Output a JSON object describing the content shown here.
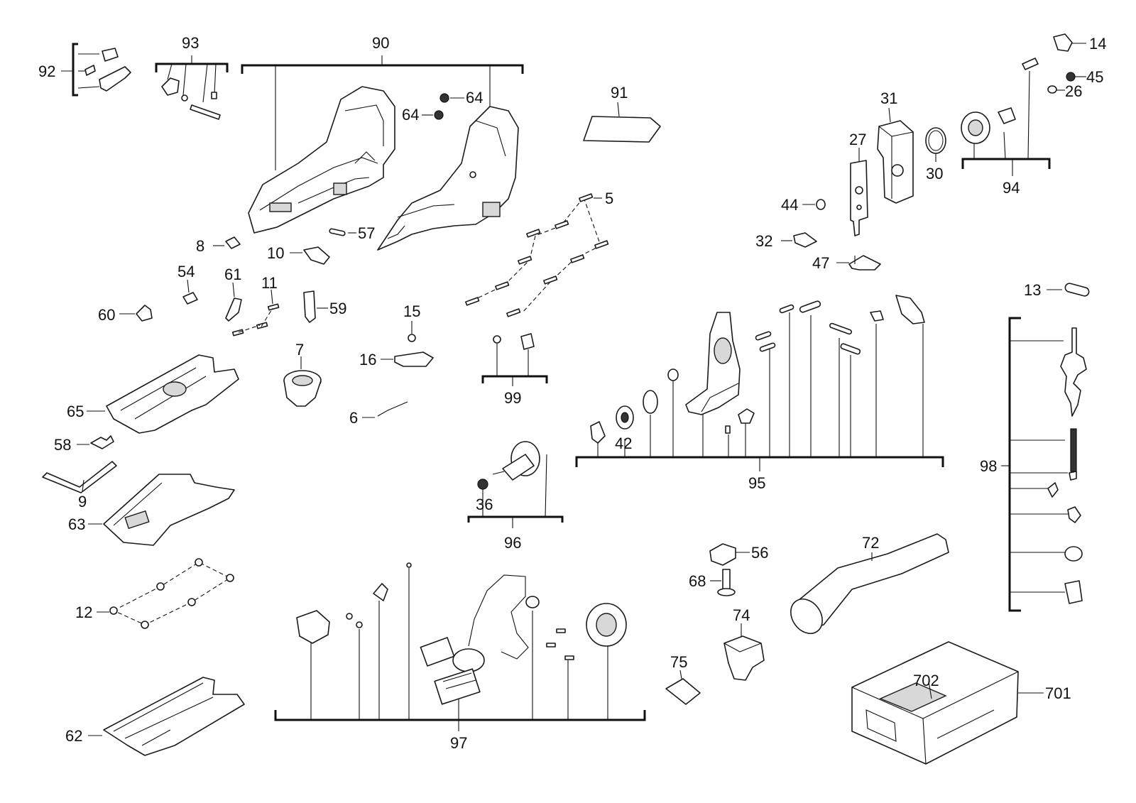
{
  "diagram": {
    "type": "exploded-parts-diagram",
    "callouts": [
      "5",
      "6",
      "7",
      "8",
      "9",
      "10",
      "11",
      "12",
      "13",
      "14",
      "15",
      "16",
      "26",
      "27",
      "30",
      "31",
      "32",
      "36",
      "42",
      "44",
      "45",
      "47",
      "54",
      "56",
      "57",
      "58",
      "59",
      "60",
      "61",
      "62",
      "63",
      "64",
      "65",
      "68",
      "72",
      "74",
      "75",
      "90",
      "91",
      "92",
      "93",
      "94",
      "95",
      "96",
      "97",
      "98",
      "99",
      "701",
      "702"
    ],
    "parts": [
      {
        "id": "p90a",
        "icon": "housing-left-half-icon"
      },
      {
        "id": "p90b",
        "icon": "housing-right-half-icon"
      },
      {
        "id": "p91",
        "icon": "label-plate-icon"
      },
      {
        "id": "p92",
        "icon": "switch-parts-icon"
      },
      {
        "id": "p93",
        "icon": "lever-and-pin-icon"
      },
      {
        "id": "p31",
        "icon": "guide-block-icon"
      },
      {
        "id": "p27",
        "icon": "plate-icon"
      },
      {
        "id": "p94",
        "icon": "gear-assembly-icon"
      },
      {
        "id": "p95",
        "icon": "gear-housing-icon"
      },
      {
        "id": "p96",
        "icon": "armature-icon"
      },
      {
        "id": "p97",
        "icon": "electronics-and-motor-icon"
      },
      {
        "id": "p98",
        "icon": "plunger-assembly-icon"
      },
      {
        "id": "p99",
        "icon": "small-parts-icon"
      },
      {
        "id": "p65",
        "icon": "gear-case-icon"
      },
      {
        "id": "p63",
        "icon": "base-plate-icon"
      },
      {
        "id": "p62",
        "icon": "shoe-icon"
      },
      {
        "id": "p9",
        "icon": "hex-key-icon"
      },
      {
        "id": "p72",
        "icon": "dust-extraction-tube-icon"
      },
      {
        "id": "p74",
        "icon": "chip-guard-icon"
      },
      {
        "id": "p701",
        "icon": "carry-case-icon"
      }
    ]
  }
}
